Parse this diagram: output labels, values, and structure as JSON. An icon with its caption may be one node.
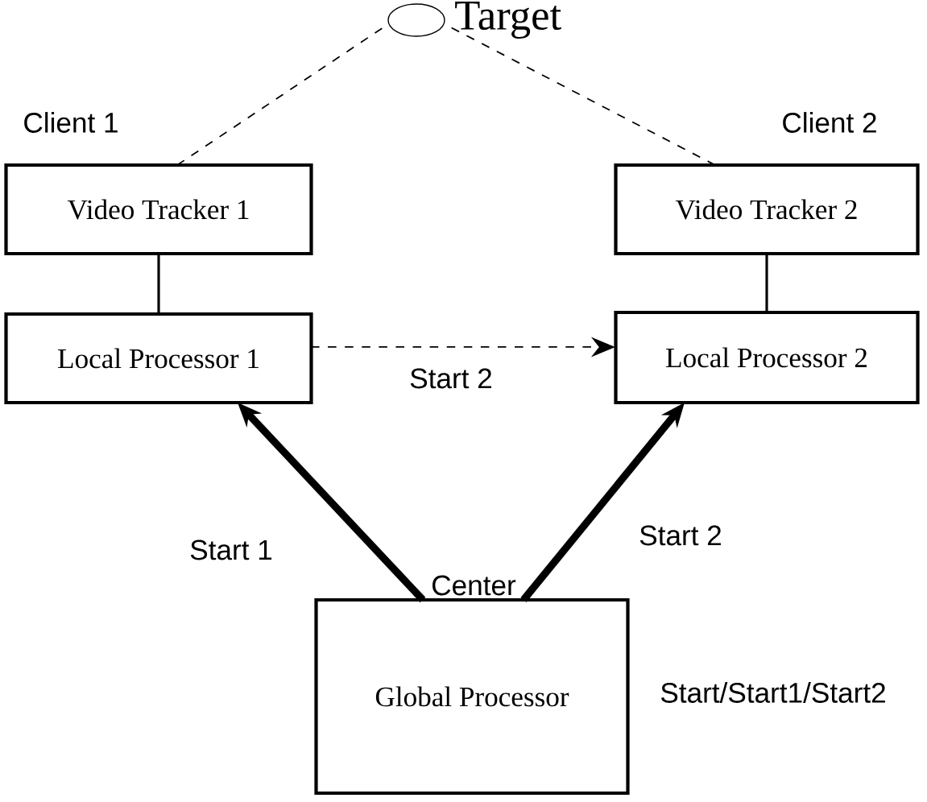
{
  "diagram": {
    "nodes": [
      {
        "text": [],
        "shape": "circle",
        "beside": [
          "Target"
        ]
      },
      {
        "text": [
          "Video Tracker 1"
        ],
        "beside": [
          "Client 1"
        ]
      },
      {
        "text": [
          "Video Tracker 2"
        ],
        "beside": [
          "Client 2"
        ]
      },
      {
        "text": [
          "Local Processor 1"
        ]
      },
      {
        "text": [
          "Local Processor 2"
        ]
      },
      {
        "text": [
          "Global Processor"
        ],
        "beside": [
          "Center",
          "Start/Start1/Start2"
        ]
      }
    ],
    "edges": [
      {
        "from": 1,
        "to": 0,
        "arrow": "none",
        "style": "dashed"
      },
      {
        "from": 2,
        "to": 0,
        "arrow": "none",
        "style": "dashed"
      },
      {
        "from": 1,
        "to": 3,
        "arrow": "none"
      },
      {
        "from": 2,
        "to": 4,
        "arrow": "none"
      },
      {
        "from": 3,
        "to": 4,
        "arrow": "to",
        "style": "dashed",
        "label": "Start 2"
      },
      {
        "from": 5,
        "to": 3,
        "arrow": "to",
        "style": "thick",
        "label": "Start 1"
      },
      {
        "from": 5,
        "to": 4,
        "arrow": "to",
        "style": "thick",
        "label": "Start 2"
      }
    ]
  }
}
